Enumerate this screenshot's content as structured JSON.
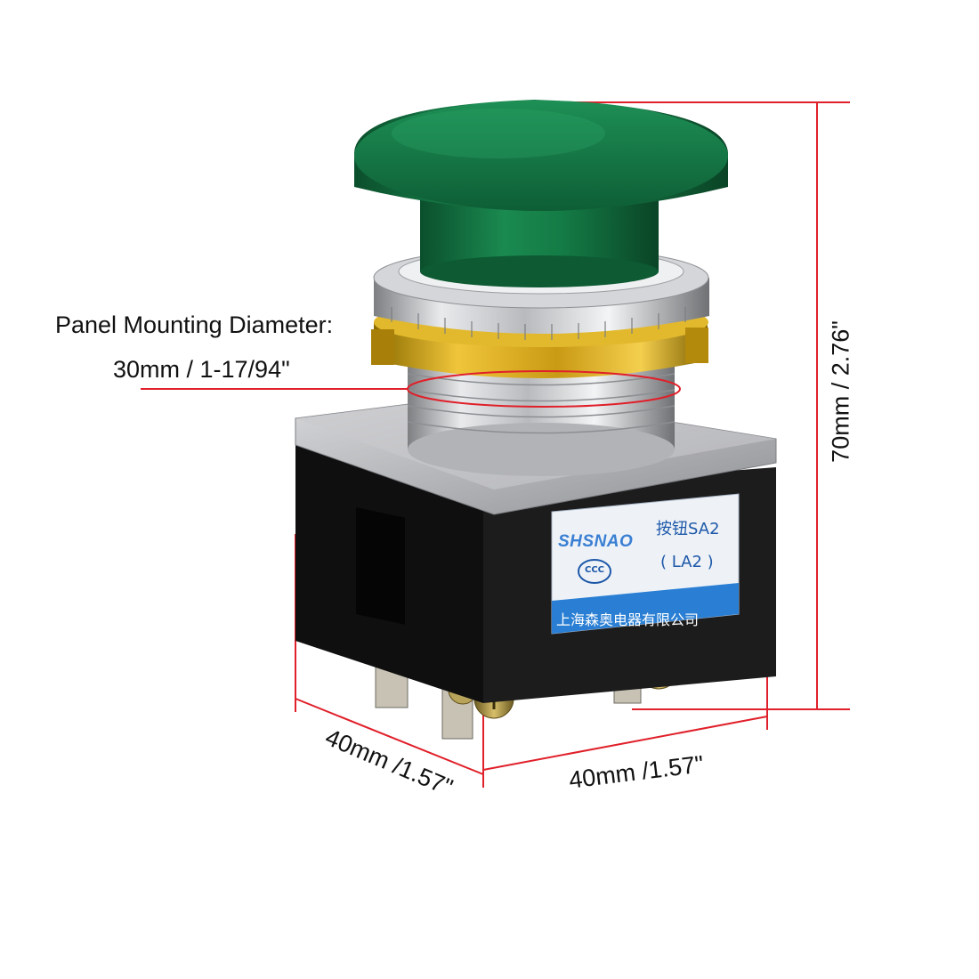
{
  "dimensions": {
    "panel_mounting_label": "Panel Mounting Diameter:",
    "panel_mounting_value": "30mm / 1-17/94\"",
    "height": "70mm / 2.76\"",
    "depth": "40mm /1.57\"",
    "width": "40mm /1.57\""
  },
  "product_label": {
    "brand": "SHSNAO",
    "model_line1": "按钮SA2",
    "model_line2": "( LA2 )",
    "cert": "CCC",
    "company": "上海森奥电器有限公司"
  },
  "colors": {
    "button_cap": "#137a46",
    "dimension_line": "#e0202a",
    "body": "#161616",
    "label_band": "#2a7fd4"
  },
  "icons": [
    "ccc-certification-icon"
  ]
}
